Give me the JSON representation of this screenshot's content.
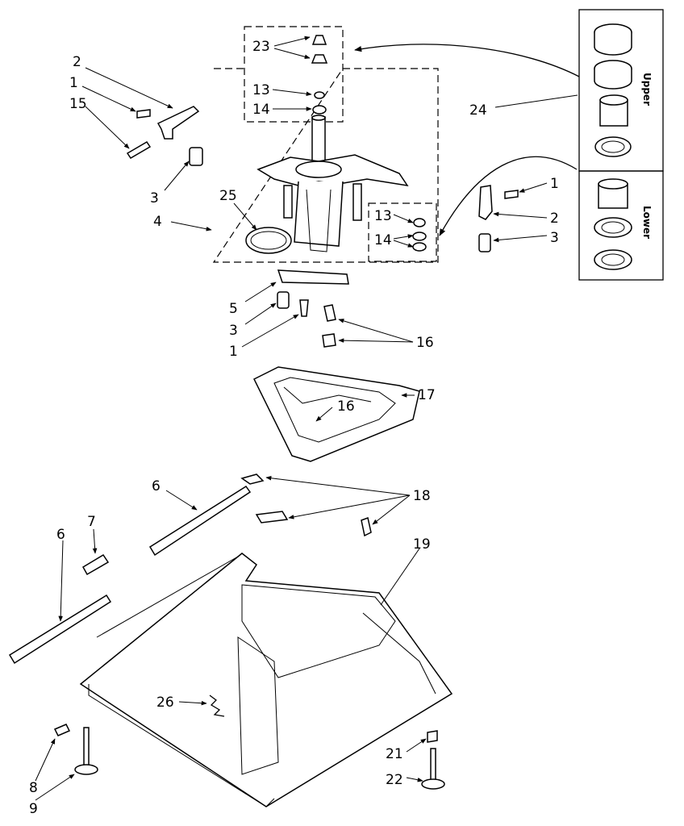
{
  "diagram": {
    "callouts": [
      "1",
      "2",
      "3",
      "4",
      "5",
      "6",
      "7",
      "8",
      "9",
      "13",
      "14",
      "15",
      "16",
      "17",
      "18",
      "19",
      "21",
      "22",
      "23",
      "24",
      "25",
      "26"
    ],
    "side_labels": {
      "upper": "Upper",
      "lower": "Lower"
    }
  }
}
